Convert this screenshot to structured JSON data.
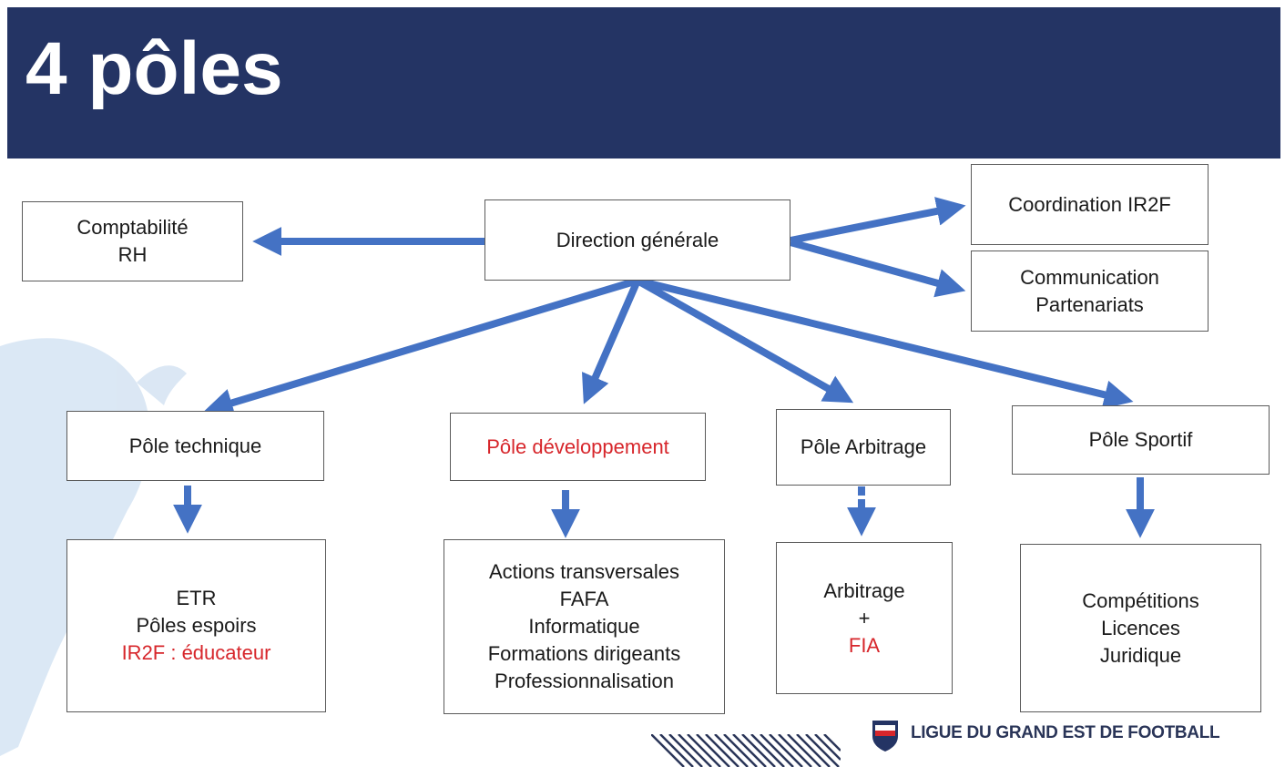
{
  "title": "4 pôles",
  "colors": {
    "header": "#243464",
    "arrow": "#4472c4",
    "accent_text": "#d7262b",
    "watermark": "#cfe0f1"
  },
  "boxes": {
    "direction": [
      "Direction générale"
    ],
    "comptabilite": [
      "Comptabilité",
      "RH"
    ],
    "coordination": [
      "Coordination IR2F"
    ],
    "communication": [
      "Communication",
      "Partenariats"
    ],
    "pole_technique": [
      "Pôle technique"
    ],
    "pole_developpement": [
      "Pôle développement"
    ],
    "pole_arbitrage": [
      "Pôle Arbitrage"
    ],
    "pole_sportif": [
      "Pôle Sportif"
    ],
    "technique_details": [
      "ETR",
      "Pôles espoirs",
      "IR2F : éducateur"
    ],
    "developpement_details": [
      "Actions transversales",
      "FAFA",
      "Informatique",
      "Formations dirigeants",
      "Professionnalisation"
    ],
    "arbitrage_details": [
      "Arbitrage",
      "+",
      "FIA"
    ],
    "sportif_details": [
      "Compétitions",
      "Licences",
      "Juridique"
    ]
  },
  "footer": {
    "org_name": "LIGUE DU GRAND EST DE FOOTBALL",
    "logo_icon": "fff-shield-icon"
  }
}
